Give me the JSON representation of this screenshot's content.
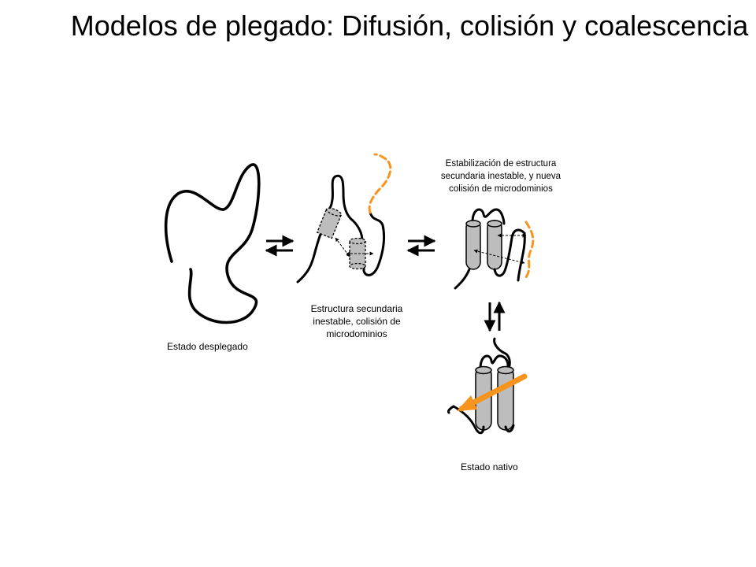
{
  "title": "Modelos de plegado: Difusión, colisión y coalescencia",
  "labels": {
    "unfolded": "Estado desplegado",
    "unstable_lines": [
      "Estructura secundaria",
      "inestable, colisión de",
      "microdominios"
    ],
    "stabilization_lines": [
      "Estabilización de estructura",
      "secundaria inestable,  y nueva",
      "colisión de microdominios"
    ],
    "native": "Estado nativo"
  },
  "colors": {
    "chain": "#000000",
    "accent": "#F7941D",
    "helix_fill": "#BDBDBD"
  }
}
